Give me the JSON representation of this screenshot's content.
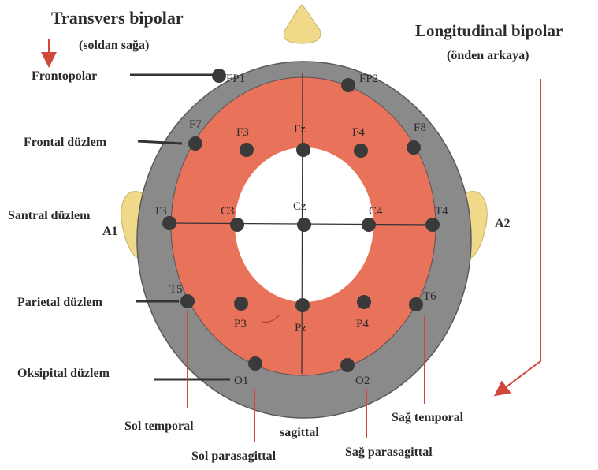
{
  "titles": {
    "transverse": "Transvers bipolar",
    "transverse_sub": "(soldan sağa)",
    "longitudinal": "Longitudinal bipolar",
    "longitudinal_sub": "(önden arkaya)"
  },
  "planes": {
    "frontopolar": "Frontopolar",
    "frontal": "Frontal düzlem",
    "central": "Santral  düzlem",
    "parietal": "Parietal düzlem",
    "occipital": "Oksipital düzlem"
  },
  "chains": {
    "left_temporal": "Sol temporal",
    "left_parasagittal": "Sol parasagittal",
    "sagittal": "sagittal",
    "right_parasagittal": "Sağ parasagittal",
    "right_temporal": "Sağ temporal"
  },
  "ears": {
    "left": "A1",
    "right": "A2"
  },
  "electrodes": {
    "fp1": "FP1",
    "fp2": "FP2",
    "f7": "F7",
    "f3": "F3",
    "fz": "Fz",
    "f4": "F4",
    "f8": "F8",
    "t3": "T3",
    "c3": "C3",
    "cz": "Cz",
    "c4": "C4",
    "t4": "T4",
    "t5": "T5",
    "p3": "P3",
    "pz": "Pz",
    "p4": "P4",
    "t6": "T6",
    "o1": "O1",
    "o2": "O2"
  },
  "colors": {
    "outer_ring": "#8a8a8a",
    "inner_zone": "#e8725a",
    "electrode": "#3a3a3a",
    "arrow": "#d0483c",
    "ears_nose": "#f1d98a"
  }
}
